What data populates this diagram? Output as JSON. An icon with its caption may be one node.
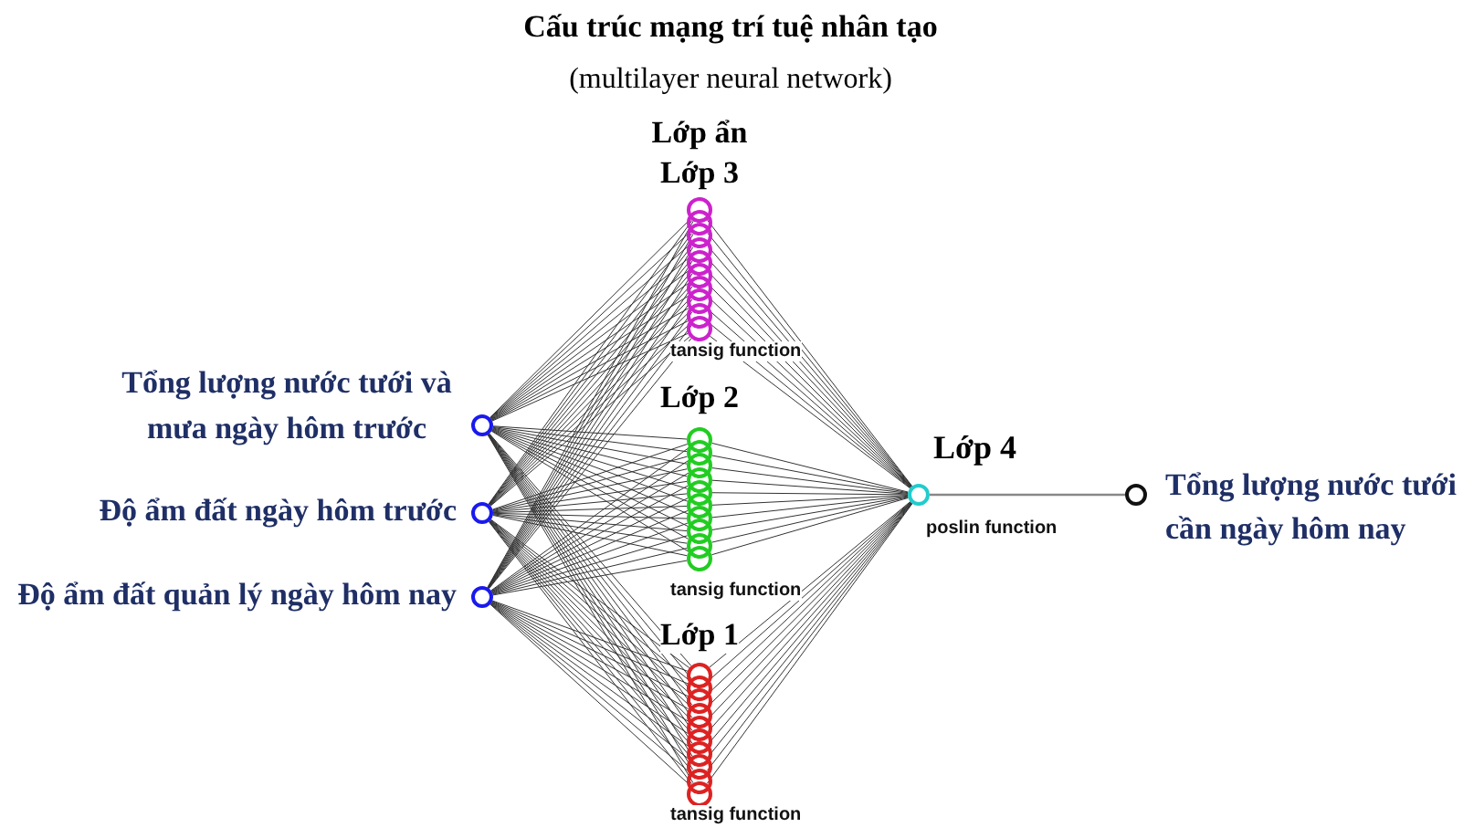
{
  "diagram": {
    "title": "Cấu trúc mạng trí tuệ nhân tạo",
    "nodes": [
      {
        "text": [],
        "shape": "circle",
        "beside": [
          "Tổng lượng nước tưới và mưa ngày hôm trước"
        ]
      },
      {
        "text": [],
        "shape": "circle",
        "beside": [
          "Độ ẩm đất ngày hôm trước"
        ]
      },
      {
        "text": [],
        "shape": "circle",
        "beside": [
          "Độ ẩm đất quản lý ngày hôm nay"
        ]
      },
      {
        "text": [],
        "shape": "circle"
      },
      {
        "text": [],
        "shape": "circle"
      },
      {
        "text": [],
        "shape": "circle"
      },
      {
        "text": [],
        "shape": "circle"
      },
      {
        "text": [],
        "shape": "circle"
      },
      {
        "text": [],
        "shape": "circle"
      },
      {
        "text": [],
        "shape": "circle"
      },
      {
        "text": [],
        "shape": "circle"
      },
      {
        "text": [],
        "shape": "circle"
      },
      {
        "text": [],
        "shape": "circle"
      },
      {
        "text": [],
        "shape": "circle"
      },
      {
        "text": [],
        "shape": "circle"
      },
      {
        "text": [],
        "shape": "circle"
      },
      {
        "text": [],
        "shape": "circle"
      },
      {
        "text": [],
        "shape": "circle"
      },
      {
        "text": [],
        "shape": "circle"
      },
      {
        "text": [],
        "shape": "circle"
      },
      {
        "text": [],
        "shape": "circle"
      },
      {
        "text": [],
        "shape": "circle"
      },
      {
        "text": [],
        "shape": "circle"
      },
      {
        "text": [],
        "shape": "circle"
      },
      {
        "text": [],
        "shape": "circle"
      },
      {
        "text": [],
        "shape": "circle"
      },
      {
        "text": [],
        "shape": "circle"
      },
      {
        "text": [],
        "shape": "circle"
      },
      {
        "text": [],
        "shape": "circle"
      },
      {
        "text": [],
        "shape": "circle"
      },
      {
        "text": [],
        "shape": "circle"
      },
      {
        "text": [],
        "shape": "circle"
      },
      {
        "text": [],
        "shape": "circle"
      },
      {
        "text": [],
        "shape": "circle",
        "beside": [
          "Lớp 4",
          "poslin function"
        ]
      },
      {
        "text": [],
        "shape": "circle",
        "beside": [
          "Tổng lượng nước tưới cần ngày hôm nay"
        ]
      }
    ],
    "edges": [
      {
        "from": 0,
        "to": 3,
        "arrow": "none"
      },
      {
        "from": 0,
        "to": 4,
        "arrow": "none"
      },
      {
        "from": 0,
        "to": 5,
        "arrow": "none"
      },
      {
        "from": 0,
        "to": 6,
        "arrow": "none"
      },
      {
        "from": 0,
        "to": 7,
        "arrow": "none"
      },
      {
        "from": 0,
        "to": 8,
        "arrow": "none"
      },
      {
        "from": 0,
        "to": 9,
        "arrow": "none"
      },
      {
        "from": 0,
        "to": 10,
        "arrow": "none"
      },
      {
        "from": 0,
        "to": 11,
        "arrow": "none"
      },
      {
        "from": 0,
        "to": 12,
        "arrow": "none"
      },
      {
        "from": 0,
        "to": 13,
        "arrow": "none"
      },
      {
        "from": 0,
        "to": 14,
        "arrow": "none"
      },
      {
        "from": 0,
        "to": 15,
        "arrow": "none"
      },
      {
        "from": 0,
        "to": 16,
        "arrow": "none"
      },
      {
        "from": 0,
        "to": 17,
        "arrow": "none"
      },
      {
        "from": 0,
        "to": 18,
        "arrow": "none"
      },
      {
        "from": 0,
        "to": 19,
        "arrow": "none"
      },
      {
        "from": 0,
        "to": 20,
        "arrow": "none"
      },
      {
        "from": 0,
        "to": 21,
        "arrow": "none"
      },
      {
        "from": 0,
        "to": 22,
        "arrow": "none"
      },
      {
        "from": 0,
        "to": 23,
        "arrow": "none"
      },
      {
        "from": 0,
        "to": 24,
        "arrow": "none"
      },
      {
        "from": 0,
        "to": 25,
        "arrow": "none"
      },
      {
        "from": 0,
        "to": 26,
        "arrow": "none"
      },
      {
        "from": 0,
        "to": 27,
        "arrow": "none"
      },
      {
        "from": 0,
        "to": 28,
        "arrow": "none"
      },
      {
        "from": 0,
        "to": 29,
        "arrow": "none"
      },
      {
        "from": 0,
        "to": 30,
        "arrow": "none"
      },
      {
        "from": 0,
        "to": 31,
        "arrow": "none"
      },
      {
        "from": 0,
        "to": 32,
        "arrow": "none"
      },
      {
        "from": 1,
        "to": 3,
        "arrow": "none"
      },
      {
        "from": 1,
        "to": 4,
        "arrow": "none"
      },
      {
        "from": 1,
        "to": 5,
        "arrow": "none"
      },
      {
        "from": 1,
        "to": 6,
        "arrow": "none"
      },
      {
        "from": 1,
        "to": 7,
        "arrow": "none"
      },
      {
        "from": 1,
        "to": 8,
        "arrow": "none"
      },
      {
        "from": 1,
        "to": 9,
        "arrow": "none"
      },
      {
        "from": 1,
        "to": 10,
        "arrow": "none"
      },
      {
        "from": 1,
        "to": 11,
        "arrow": "none"
      },
      {
        "from": 1,
        "to": 12,
        "arrow": "none"
      },
      {
        "from": 1,
        "to": 13,
        "arrow": "none"
      },
      {
        "from": 1,
        "to": 14,
        "arrow": "none"
      },
      {
        "from": 1,
        "to": 15,
        "arrow": "none"
      },
      {
        "from": 1,
        "to": 16,
        "arrow": "none"
      },
      {
        "from": 1,
        "to": 17,
        "arrow": "none"
      },
      {
        "from": 1,
        "to": 18,
        "arrow": "none"
      },
      {
        "from": 1,
        "to": 19,
        "arrow": "none"
      },
      {
        "from": 1,
        "to": 20,
        "arrow": "none"
      },
      {
        "from": 1,
        "to": 21,
        "arrow": "none"
      },
      {
        "from": 1,
        "to": 22,
        "arrow": "none"
      },
      {
        "from": 1,
        "to": 23,
        "arrow": "none"
      },
      {
        "from": 1,
        "to": 24,
        "arrow": "none"
      },
      {
        "from": 1,
        "to": 25,
        "arrow": "none"
      },
      {
        "from": 1,
        "to": 26,
        "arrow": "none"
      },
      {
        "from": 1,
        "to": 27,
        "arrow": "none"
      },
      {
        "from": 1,
        "to": 28,
        "arrow": "none"
      },
      {
        "from": 1,
        "to": 29,
        "arrow": "none"
      },
      {
        "from": 1,
        "to": 30,
        "arrow": "none"
      },
      {
        "from": 1,
        "to": 31,
        "arrow": "none"
      },
      {
        "from": 1,
        "to": 32,
        "arrow": "none"
      },
      {
        "from": 2,
        "to": 3,
        "arrow": "none"
      },
      {
        "from": 2,
        "to": 4,
        "arrow": "none"
      },
      {
        "from": 2,
        "to": 5,
        "arrow": "none"
      },
      {
        "from": 2,
        "to": 6,
        "arrow": "none"
      },
      {
        "from": 2,
        "to": 7,
        "arrow": "none"
      },
      {
        "from": 2,
        "to": 8,
        "arrow": "none"
      },
      {
        "from": 2,
        "to": 9,
        "arrow": "none"
      },
      {
        "from": 2,
        "to": 10,
        "arrow": "none"
      },
      {
        "from": 2,
        "to": 11,
        "arrow": "none"
      },
      {
        "from": 2,
        "to": 12,
        "arrow": "none"
      },
      {
        "from": 2,
        "to": 13,
        "arrow": "none"
      },
      {
        "from": 2,
        "to": 14,
        "arrow": "none"
      },
      {
        "from": 2,
        "to": 15,
        "arrow": "none"
      },
      {
        "from": 2,
        "to": 16,
        "arrow": "none"
      },
      {
        "from": 2,
        "to": 17,
        "arrow": "none"
      },
      {
        "from": 2,
        "to": 18,
        "arrow": "none"
      },
      {
        "from": 2,
        "to": 19,
        "arrow": "none"
      },
      {
        "from": 2,
        "to": 20,
        "arrow": "none"
      },
      {
        "from": 2,
        "to": 21,
        "arrow": "none"
      },
      {
        "from": 2,
        "to": 22,
        "arrow": "none"
      },
      {
        "from": 2,
        "to": 23,
        "arrow": "none"
      },
      {
        "from": 2,
        "to": 24,
        "arrow": "none"
      },
      {
        "from": 2,
        "to": 25,
        "arrow": "none"
      },
      {
        "from": 2,
        "to": 26,
        "arrow": "none"
      },
      {
        "from": 2,
        "to": 27,
        "arrow": "none"
      },
      {
        "from": 2,
        "to": 28,
        "arrow": "none"
      },
      {
        "from": 2,
        "to": 29,
        "arrow": "none"
      },
      {
        "from": 2,
        "to": 30,
        "arrow": "none"
      },
      {
        "from": 2,
        "to": 31,
        "arrow": "none"
      },
      {
        "from": 2,
        "to": 32,
        "arrow": "none"
      },
      {
        "from": 3,
        "to": 33,
        "arrow": "none"
      },
      {
        "from": 4,
        "to": 33,
        "arrow": "none"
      },
      {
        "from": 5,
        "to": 33,
        "arrow": "none"
      },
      {
        "from": 6,
        "to": 33,
        "arrow": "none"
      },
      {
        "from": 7,
        "to": 33,
        "arrow": "none"
      },
      {
        "from": 8,
        "to": 33,
        "arrow": "none"
      },
      {
        "from": 9,
        "to": 33,
        "arrow": "none"
      },
      {
        "from": 10,
        "to": 33,
        "arrow": "none"
      },
      {
        "from": 11,
        "to": 33,
        "arrow": "none"
      },
      {
        "from": 12,
        "to": 33,
        "arrow": "none"
      },
      {
        "from": 13,
        "to": 33,
        "arrow": "none"
      },
      {
        "from": 14,
        "to": 33,
        "arrow": "none"
      },
      {
        "from": 15,
        "to": 33,
        "arrow": "none"
      },
      {
        "from": 16,
        "to": 33,
        "arrow": "none"
      },
      {
        "from": 17,
        "to": 33,
        "arrow": "none"
      },
      {
        "from": 18,
        "to": 33,
        "arrow": "none"
      },
      {
        "from": 19,
        "to": 33,
        "arrow": "none"
      },
      {
        "from": 20,
        "to": 33,
        "arrow": "none"
      },
      {
        "from": 21,
        "to": 33,
        "arrow": "none"
      },
      {
        "from": 22,
        "to": 33,
        "arrow": "none"
      },
      {
        "from": 23,
        "to": 33,
        "arrow": "none"
      },
      {
        "from": 24,
        "to": 33,
        "arrow": "none"
      },
      {
        "from": 25,
        "to": 33,
        "arrow": "none"
      },
      {
        "from": 26,
        "to": 33,
        "arrow": "none"
      },
      {
        "from": 27,
        "to": 33,
        "arrow": "none"
      },
      {
        "from": 28,
        "to": 33,
        "arrow": "none"
      },
      {
        "from": 29,
        "to": 33,
        "arrow": "none"
      },
      {
        "from": 30,
        "to": 33,
        "arrow": "none"
      },
      {
        "from": 31,
        "to": 33,
        "arrow": "none"
      },
      {
        "from": 32,
        "to": 33,
        "arrow": "none"
      },
      {
        "from": 33,
        "to": 34,
        "arrow": "none"
      }
    ],
    "labels": [
      "(multilayer neural network)",
      "Lớp ẩn",
      "Lớp 3",
      "tansig function",
      "Lớp 2",
      "tansig function",
      "Lớp 1",
      "tansig function"
    ]
  }
}
